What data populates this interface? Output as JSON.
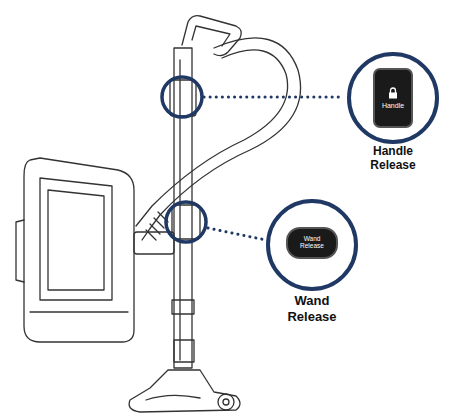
{
  "diagram": {
    "nodes": [
      {
        "text": [
          "Handle",
          "Handle Release"
        ]
      },
      {
        "text": [
          "Wand Release",
          "Wand Release"
        ]
      }
    ]
  }
}
